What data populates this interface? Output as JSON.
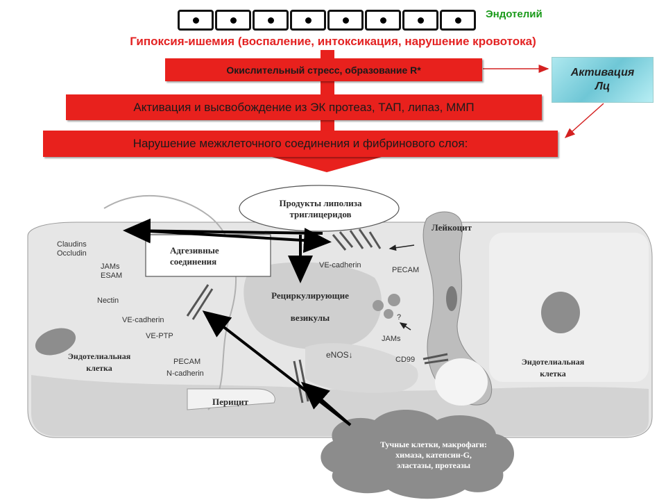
{
  "header": {
    "endothelium_label": "Эндотелий",
    "cells_count_visual": 8,
    "title": "Гипоксия-ишемия (воспаление, интоксикация, нарушение кровотока)"
  },
  "steps": [
    {
      "label": "Окислительный стресс, образование R*"
    },
    {
      "label": "Активация и высвобождение из ЭК протеаз, ТАП, липаз, ММП"
    },
    {
      "label": "Нарушение межклеточного соединения и фибринового слоя:"
    }
  ],
  "side_box": {
    "line1": "Активация",
    "line2": "Лц"
  },
  "diagram": {
    "lipolysis": [
      "Продукты липолиза",
      "триглицеридов"
    ],
    "leukocyte": "Лейкоцит",
    "adhesive": [
      "Адгезивные",
      "соединения"
    ],
    "recycling": [
      "Рециркулирующие",
      "везикулы"
    ],
    "endothelial_cell_left": [
      "Эндотелиальная",
      "клетка"
    ],
    "endothelial_cell_right": [
      "Эндотелиальная",
      "клетка"
    ],
    "pericyte": "Перицит",
    "mast": [
      "Тучные клетки, макрофаги:",
      "химаза, катепсин-G,",
      "эластазы, протеазы"
    ],
    "enos": "eNOS↓",
    "question": "?",
    "proteins_left": [
      "Claudins",
      "Occludin",
      "JAMs",
      "ESAM",
      "Nectin",
      "VE-cadherin",
      "VE-PTP",
      "PECAM",
      "N-cadherin"
    ],
    "proteins_right": [
      "VE-cadherin",
      "PECAM",
      "JAMs",
      "CD99"
    ]
  },
  "colors": {
    "bar_red": "#e8211d",
    "title_red": "#e32222",
    "endo_green": "#1a9a1a",
    "lc_blue": "#8fd8e3"
  }
}
